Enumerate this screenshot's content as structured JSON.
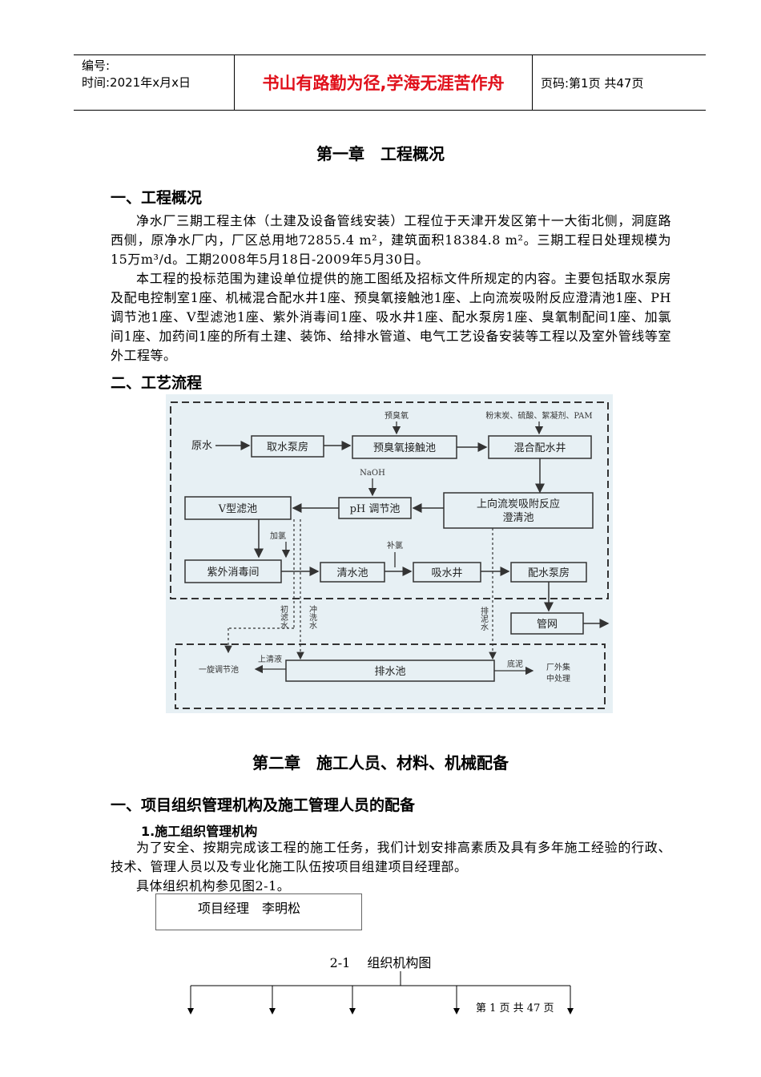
{
  "header": {
    "number_label": "编号:",
    "time_label": "时间:2021年x月x日",
    "motto": "书山有路勤为径,学海无涯苦作舟",
    "page_label": "页码:第1页 共47页"
  },
  "chapter1": {
    "title": "第一章　工程概况",
    "section1_title": "一、工程概况",
    "para1": "净水厂三期工程主体（土建及设备管线安装）工程位于天津开发区第十一大街北侧，洞庭路西侧，原净水厂内，厂区总用地72855.4 m²，建筑面积18384.8 m²。三期工程日处理规模为15万m³/d。工期2008年5月18日-2009年5月30日。",
    "para2": "本工程的投标范围为建设单位提供的施工图纸及招标文件所规定的内容。主要包括取水泵房及配电控制室1座、机械混合配水井1座、预臭氧接触池1座、上向流炭吸附反应澄清池1座、PH调节池1座、V型滤池1座、紫外消毒间1座、吸水井1座、配水泵房1座、臭氧制配间1座、加氯间1座、加药间1座的所有土建、装饰、给排水管道、电气工艺设备安装等工程以及室外管线等室外工程等。",
    "section2_title": "二、工艺流程"
  },
  "diagram": {
    "raw_water": "原水",
    "intake_pump": "取水泵房",
    "pre_ozone_label": "预臭氧",
    "pre_ozone_tank": "预臭氧接触池",
    "chemicals": "粉末炭、硫酸、絮凝剂、PAM",
    "mixing_well": "混合配水井",
    "naoh": "NaOH",
    "v_filter": "V型滤池",
    "ph_tank": "pH 调节池",
    "clarifier_line1": "上向流炭吸附反应",
    "clarifier_line2": "澄清池",
    "add_chlorine": "加氯",
    "supp_chlorine": "补氯",
    "uv_room": "紫外消毒间",
    "clear_well": "清水池",
    "suction_well": "吸水井",
    "dist_pump": "配水泵房",
    "pipe_network": "管网",
    "initial_filtrate": "初滤水",
    "backwash_water": "冲洗水",
    "sludge_water": "排泥水",
    "recycle_tank": "一旋调节池",
    "supernatant": "上清液",
    "drain_tank": "排水池",
    "bottom_sludge": "底泥",
    "offsite_line1": "厂外集",
    "offsite_line2": "中处理"
  },
  "chapter2": {
    "title": "第二章　施工人员、材料、机械配备",
    "section1_title": "一、项目组织管理机构及施工管理人员的配备",
    "sub1_title": "1.施工组织管理机构",
    "para1": "为了安全、按期完成该工程的施工任务，我们计划安排高素质及具有多年施工经验的行政、技术、管理人员以及专业化施工队伍按项目组建项目经理部。",
    "para2": "具体组织机构参见图2-1。",
    "org_top": "项目经理　李明松",
    "caption": "2-1　 组织机构图"
  },
  "footer": {
    "page": "第 1 页 共 47 页"
  }
}
